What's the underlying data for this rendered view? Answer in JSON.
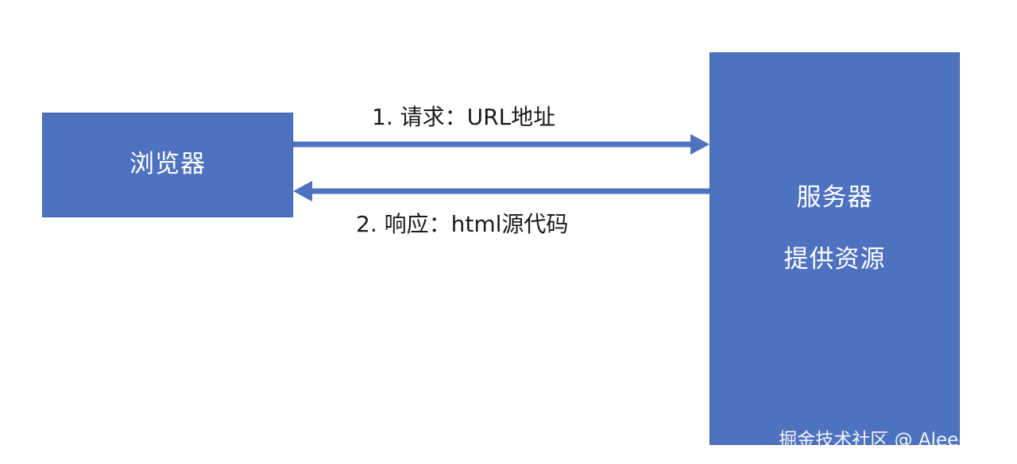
{
  "nodes": {
    "browser": {
      "label": "浏览器"
    },
    "server": {
      "line1": "服务器",
      "line2": "提供资源"
    }
  },
  "edges": {
    "request": {
      "label": "1. 请求：URL地址",
      "direction": "browser-to-server"
    },
    "response": {
      "label": "2. 响应：html源代码",
      "direction": "server-to-browser"
    }
  },
  "watermark": "掘金技术社区 @ Aleeeeex",
  "colors": {
    "box_fill": "#4f72c0",
    "arrow": "#4f72c0",
    "box_text": "#ffffff",
    "label_text": "#1a1a1a"
  }
}
